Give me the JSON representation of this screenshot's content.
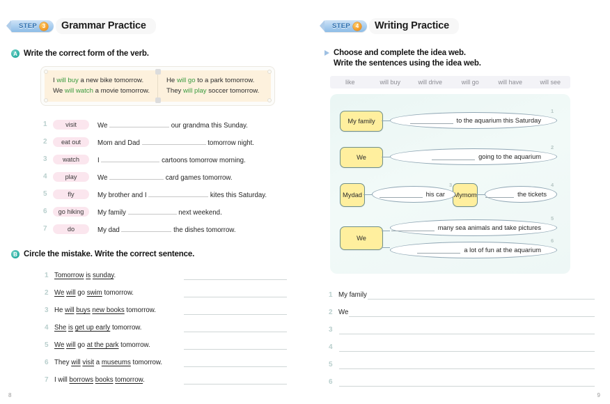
{
  "left_page": {
    "page_number": "8",
    "step": {
      "word": "STEP",
      "number": "3",
      "title": "Grammar Practice"
    },
    "section_a": {
      "letter": "A",
      "heading": "Write the correct form of the verb.",
      "example_box": {
        "left": [
          {
            "pre": "I ",
            "verb": "will buy",
            "post": " a new bike tomorrow."
          },
          {
            "pre": "We ",
            "verb": "will watch",
            "post": " a movie tomorrow."
          }
        ],
        "right": [
          {
            "pre": "He ",
            "verb": "will go",
            "post": " to a park tomorrow."
          },
          {
            "pre": "They ",
            "verb": "will play",
            "post": " soccer tomorrow."
          }
        ]
      },
      "items": [
        {
          "num": "1",
          "chip": "visit",
          "before": "We",
          "after": "our grandma this Sunday."
        },
        {
          "num": "2",
          "chip": "eat out",
          "before": "Mom and Dad",
          "after": "tomorrow night."
        },
        {
          "num": "3",
          "chip": "watch",
          "before": "I",
          "after": "cartoons tomorrow morning."
        },
        {
          "num": "4",
          "chip": "play",
          "before": "We",
          "after": "card games tomorrow."
        },
        {
          "num": "5",
          "chip": "fly",
          "before": "My brother and I",
          "after": "kites this Saturday."
        },
        {
          "num": "6",
          "chip": "go hiking",
          "before": "My family",
          "after": "next weekend."
        },
        {
          "num": "7",
          "chip": "do",
          "before": "My dad",
          "after": "the dishes tomorrow."
        }
      ]
    },
    "section_b": {
      "letter": "B",
      "heading": "Circle the mistake. Write the correct sentence.",
      "items": [
        {
          "num": "1",
          "parts": [
            {
              "t": "Tomorrow",
              "u": true
            },
            {
              "t": " ",
              "u": false
            },
            {
              "t": "is",
              "u": true
            },
            {
              "t": " ",
              "u": false
            },
            {
              "t": "sunday",
              "u": true
            },
            {
              "t": ".",
              "u": false
            }
          ]
        },
        {
          "num": "2",
          "parts": [
            {
              "t": "We",
              "u": true
            },
            {
              "t": " ",
              "u": false
            },
            {
              "t": "will",
              "u": true
            },
            {
              "t": " go ",
              "u": false
            },
            {
              "t": "swim",
              "u": true
            },
            {
              "t": " tomorrow.",
              "u": false
            }
          ]
        },
        {
          "num": "3",
          "parts": [
            {
              "t": "He ",
              "u": false
            },
            {
              "t": "will",
              "u": true
            },
            {
              "t": " ",
              "u": false
            },
            {
              "t": "buys",
              "u": true
            },
            {
              "t": " ",
              "u": false
            },
            {
              "t": "new books",
              "u": true
            },
            {
              "t": " tomorrow.",
              "u": false
            }
          ]
        },
        {
          "num": "4",
          "parts": [
            {
              "t": "She",
              "u": true
            },
            {
              "t": " ",
              "u": false
            },
            {
              "t": "is",
              "u": true
            },
            {
              "t": " ",
              "u": false
            },
            {
              "t": "get up early",
              "u": true
            },
            {
              "t": " tomorrow.",
              "u": false
            }
          ]
        },
        {
          "num": "5",
          "parts": [
            {
              "t": "We",
              "u": true
            },
            {
              "t": " ",
              "u": false
            },
            {
              "t": "will",
              "u": true
            },
            {
              "t": " go ",
              "u": false
            },
            {
              "t": "at the park",
              "u": true
            },
            {
              "t": " tomorrow.",
              "u": false
            }
          ]
        },
        {
          "num": "6",
          "parts": [
            {
              "t": "They ",
              "u": false
            },
            {
              "t": "will",
              "u": true
            },
            {
              "t": " ",
              "u": false
            },
            {
              "t": "visit",
              "u": true
            },
            {
              "t": " a ",
              "u": false
            },
            {
              "t": "museums",
              "u": true
            },
            {
              "t": " tomorrow.",
              "u": false
            }
          ]
        },
        {
          "num": "7",
          "parts": [
            {
              "t": "I will ",
              "u": false
            },
            {
              "t": "borrows",
              "u": true
            },
            {
              "t": " ",
              "u": false
            },
            {
              "t": "books",
              "u": true
            },
            {
              "t": " ",
              "u": false
            },
            {
              "t": "tomorrow",
              "u": true
            },
            {
              "t": ".",
              "u": false
            }
          ]
        }
      ]
    }
  },
  "right_page": {
    "page_number": "9",
    "step": {
      "word": "STEP",
      "number": "4",
      "title": "Writing Practice"
    },
    "instructions": [
      "Choose and complete the idea web.",
      "Write the sentences using the idea web."
    ],
    "word_bank": [
      "like",
      "will buy",
      "will drive",
      "will go",
      "will have",
      "will see"
    ],
    "idea_web": {
      "nodes": [
        {
          "id": "n1",
          "label": "My family"
        },
        {
          "id": "n2",
          "label": "We"
        },
        {
          "id": "n3",
          "label": "My\ndad"
        },
        {
          "id": "n4",
          "label": "My\nmom"
        },
        {
          "id": "n5",
          "label": "We"
        }
      ],
      "branches": [
        {
          "num": "1",
          "text": "to the aquarium this Saturday"
        },
        {
          "num": "2",
          "text": "going to the aquarium"
        },
        {
          "num": "3",
          "text": "his car"
        },
        {
          "num": "4",
          "text": "the tickets"
        },
        {
          "num": "5",
          "text": "many sea animals and take pictures"
        },
        {
          "num": "6",
          "text": "a lot of fun at the aquarium"
        }
      ]
    },
    "writing_lines": [
      {
        "num": "1",
        "prefix": "My family"
      },
      {
        "num": "2",
        "prefix": "We"
      },
      {
        "num": "3",
        "prefix": ""
      },
      {
        "num": "4",
        "prefix": ""
      },
      {
        "num": "5",
        "prefix": ""
      },
      {
        "num": "6",
        "prefix": ""
      }
    ]
  },
  "colors": {
    "step_blue": "#a9cdee",
    "step_orange": "#f0941f",
    "section_teal": "#1fa99c",
    "chip_pink": "#fbe6ee",
    "example_cream": "#fdf1dd",
    "verb_green": "#3a9a3f",
    "node_yellow": "#ffef9e",
    "web_bg": "#eaf6f4"
  }
}
